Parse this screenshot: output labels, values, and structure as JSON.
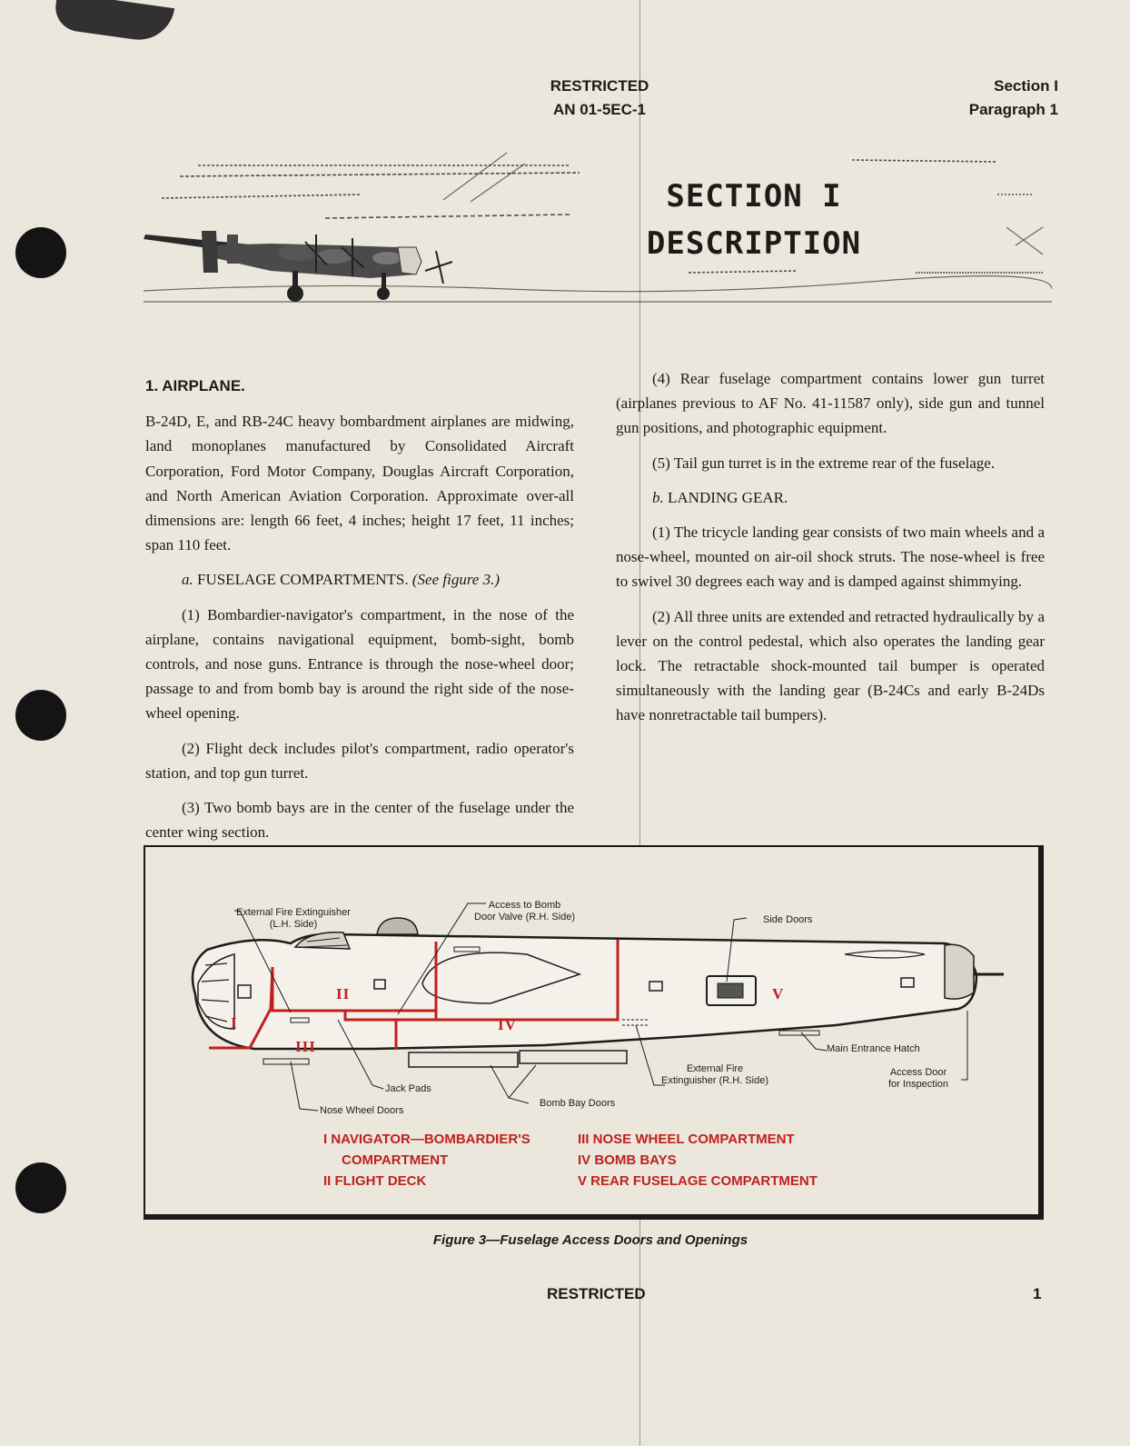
{
  "header": {
    "left_line1": "RESTRICTED",
    "left_line2": "AN 01-5EC-1",
    "right_line1": "Section I",
    "right_line2": "Paragraph 1"
  },
  "section": {
    "title": "SECTION I",
    "subtitle": "DESCRIPTION"
  },
  "left_column": {
    "heading": "1. AIRPLANE.",
    "intro": "B-24D, E, and RB-24C heavy bombardment airplanes are midwing, land monoplanes manufactured by Consolidated Aircraft Corporation, Ford Motor Company, Douglas Aircraft Corporation, and North American Aviation Corporation. Approximate over-all dimensions are: length 66 feet, 4 inches; height 17 feet, 11 inches; span 110 feet.",
    "sub_a_letter": "a.",
    "sub_a_title": "FUSELAGE COMPARTMENTS.",
    "sub_a_ref": "(See figure 3.)",
    "p1": "(1) Bombardier-navigator's compartment, in the nose of the airplane, contains navigational equipment, bomb-sight, bomb controls, and nose guns. Entrance is through the nose-wheel door; passage to and from bomb bay is around the right side of the nose-wheel opening.",
    "p2": "(2) Flight deck includes pilot's compartment, radio operator's station, and top gun turret.",
    "p3": "(3) Two bomb bays are in the center of the fuselage under the center wing section."
  },
  "right_column": {
    "p4": "(4) Rear fuselage compartment contains lower gun turret (airplanes previous to AF No. 41-11587 only), side gun and tunnel gun positions, and photographic equipment.",
    "p5": "(5) Tail gun turret is in the extreme rear of the fuselage.",
    "sub_b_letter": "b.",
    "sub_b_title": "LANDING GEAR.",
    "b1": "(1) The tricycle landing gear consists of two main wheels and a nose-wheel, mounted on air-oil shock struts. The nose-wheel is free to swivel 30 degrees each way and is damped against shimmying.",
    "b2": "(2) All three units are extended and retracted hydraulically by a lever on the control pedestal, which also operates the landing gear lock. The retractable shock-mounted tail bumper is operated simultaneously with the landing gear (B-24Cs and early B-24Ds have nonretractable tail bumpers)."
  },
  "figure": {
    "callouts": {
      "ext_fire_lh_1": "External Fire Extinguisher",
      "ext_fire_lh_2": "(L.H. Side)",
      "access_bomb_1": "Access to Bomb",
      "access_bomb_2": "Door Valve (R.H. Side)",
      "side_doors": "Side Doors",
      "main_hatch": "Main Entrance Hatch",
      "access_door_1": "Access Door",
      "access_door_2": "for Inspection",
      "ext_fire_rh_1": "External Fire",
      "ext_fire_rh_2": "Extinguisher (R.H. Side)",
      "jack_pads": "Jack Pads",
      "nose_wheel_doors": "Nose Wheel Doors",
      "bomb_bay_doors": "Bomb Bay Doors"
    },
    "zones": {
      "I": "I",
      "II": "II",
      "III": "III",
      "IV": "IV",
      "V": "V"
    },
    "legend": {
      "l1a": "I  NAVIGATOR—BOMBARDIER'S",
      "l1b": "COMPARTMENT",
      "l2": "II  FLIGHT DECK",
      "l3": "III  NOSE WHEEL COMPARTMENT",
      "l4": "IV  BOMB BAYS",
      "l5": "V  REAR FUSELAGE COMPARTMENT"
    },
    "caption": "Figure 3—Fuselage Access Doors and Openings",
    "zone_color": "#c0211e"
  },
  "footer": {
    "center": "RESTRICTED",
    "page_number": "1"
  }
}
